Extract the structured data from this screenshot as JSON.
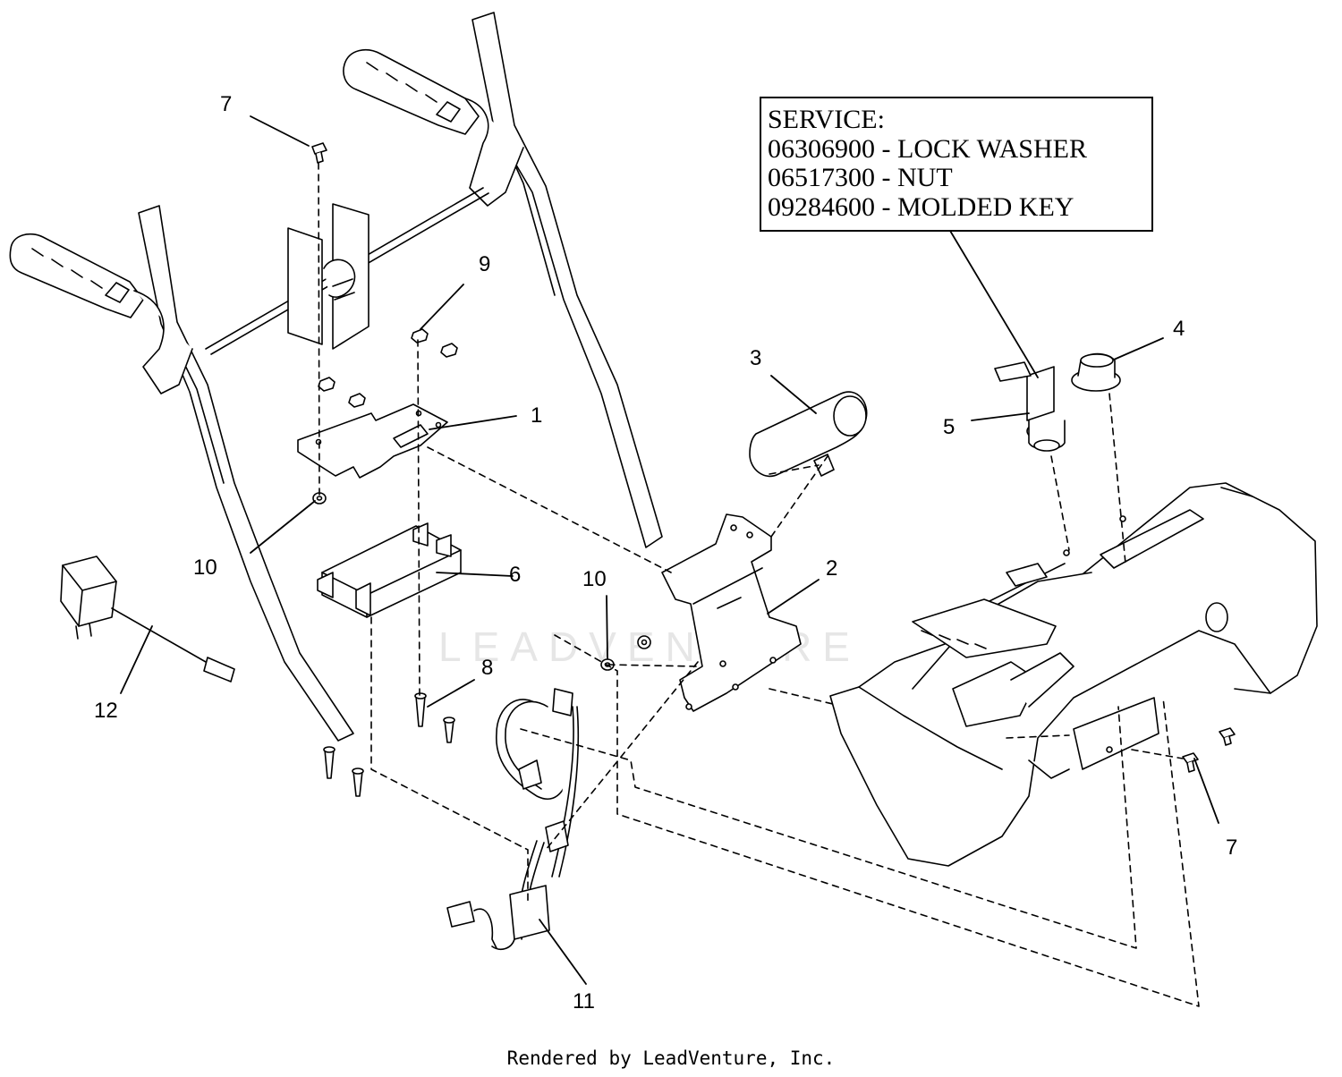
{
  "service_box": {
    "lines": [
      "SERVICE:",
      "06306900 - LOCK WASHER",
      "06517300 - NUT",
      "09284600 - MOLDED KEY"
    ]
  },
  "callouts": {
    "c1": "1",
    "c2": "2",
    "c3": "3",
    "c4": "4",
    "c5": "5",
    "c6": "6",
    "c7a": "7",
    "c7b": "7",
    "c8": "8",
    "c9": "9",
    "c10a": "10",
    "c10b": "10",
    "c11": "11",
    "c12": "12"
  },
  "watermark": "LEADVENTURE",
  "footer": "Rendered by LeadVenture, Inc.",
  "colors": {
    "line": "#000000",
    "part_fill": "#ffffff",
    "watermark": "#e6e6e6"
  }
}
